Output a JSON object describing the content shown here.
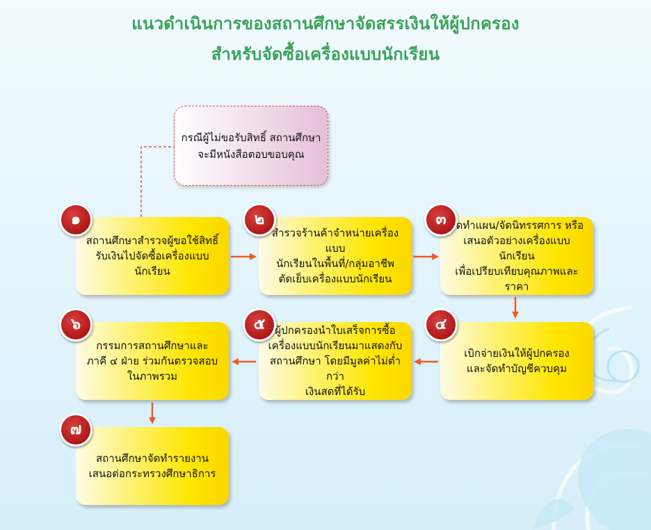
{
  "title": {
    "line1": "แนวดำเนินการของสถานศึกษาจัดสรรเงินให้ผู้ปกครอง",
    "line2": "สำหรับจัดซื้อเครื่องแบบนักเรียน"
  },
  "note": {
    "text": "กรณีผู้ไม่ขอรับสิทธิ์ สถานศึกษา\nจะมีหนังสือตอบขอบคุณ"
  },
  "steps": [
    {
      "number": "๑",
      "text": "สถานศึกษาสำรวจผู้ขอใช้สิทธิ์\nรับเงินไปจัดซื้อเครื่องแบบ\nนักเรียน"
    },
    {
      "number": "๒",
      "text": "สำรวจร้านค้าจำหน่ายเครื่องแบบ\nนักเรียนในพื้นที่/กลุ่มอาชีพ\nตัดเย็บเครื่องแบบนักเรียน"
    },
    {
      "number": "๓",
      "text": "จัดทำแผน/จัดนิทรรศการ หรือ\nเสนอตัวอย่างเครื่องแบบนักเรียน\nเพื่อเปรียบเทียบคุณภาพและราคา"
    },
    {
      "number": "๔",
      "text": "เบิกจ่ายเงินให้ผู้ปกครอง\nและจัดทำบัญชีควบคุม"
    },
    {
      "number": "๕",
      "text": "ผู้ปกครองนำใบเสร็จการซื้อ\nเครื่องแบบนักเรียนมาแสดงกับ\nสถานศึกษา โดยมีมูลค่าไม่ต่ำกว่า\nเงินสดที่ได้รับ"
    },
    {
      "number": "๖",
      "text": "กรรมการสถานศึกษาและ\nภาคี ๔ ฝ่าย ร่วมกันตรวจสอบ\nในภาพรวม"
    },
    {
      "number": "๗",
      "text": "สถานศึกษาจัดทำรายงาน\nเสนอต่อกระทรวงศึกษาธิการ"
    }
  ],
  "colors": {
    "title": "#3aa35a",
    "box": "#ffe600",
    "badge": "#b01818",
    "arrow": "#f05a28",
    "note_border": "#e05050",
    "note_fill": "#e3c0d8"
  }
}
